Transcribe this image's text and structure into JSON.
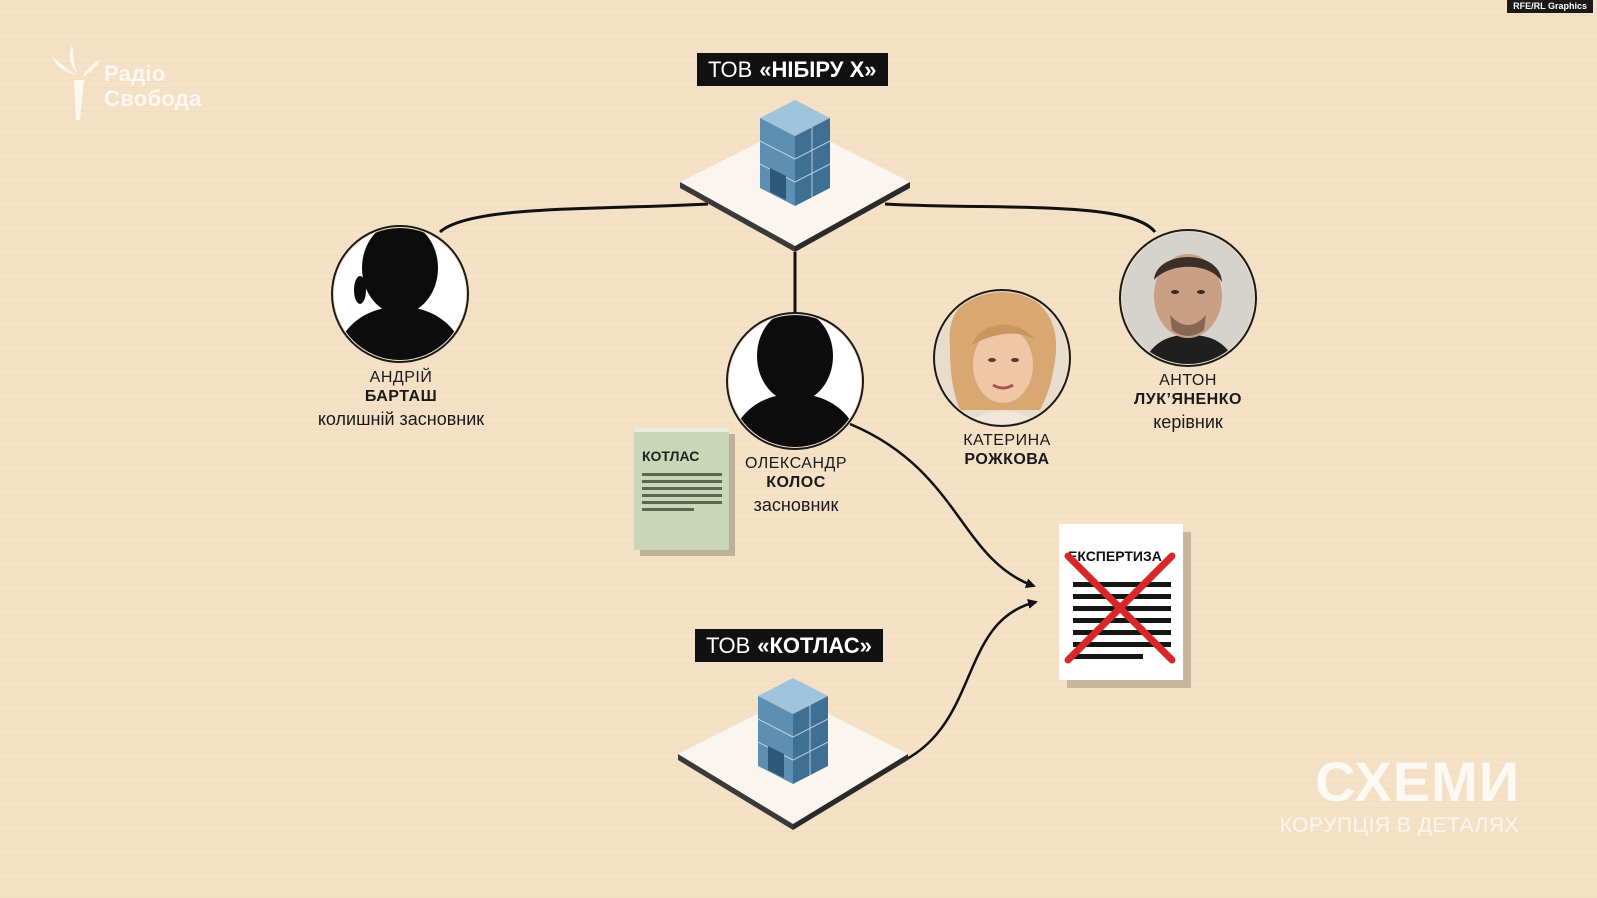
{
  "credit": "RFE/RL Graphics",
  "logo": {
    "line1": "Радіо",
    "line2": "Свобода"
  },
  "companies": {
    "nibiru": {
      "prefix": "ТОВ",
      "name": "«НІБІРУ Х»"
    },
    "kotlas": {
      "prefix": "ТОВ",
      "name": "«КОТЛАС»"
    }
  },
  "people": {
    "bartash": {
      "first": "АНДРІЙ",
      "last": "БАРТАШ",
      "role": "колишній засновник"
    },
    "kolos": {
      "first": "ОЛЕКСАНДР",
      "last": "КОЛОС",
      "role": "засновник"
    },
    "rozhkova": {
      "first": "КАТЕРИНА",
      "last": "РОЖКОВА"
    },
    "lukianenko": {
      "first": "АНТОН",
      "last": "ЛУК’ЯНЕНКО",
      "role": "керівник"
    }
  },
  "documents": {
    "kotlas": "КОТЛАС",
    "expertise": "ЕКСПЕРТИЗА"
  },
  "brand": {
    "title": "СХЕМИ",
    "subtitle": "КОРУПЦІЯ В ДЕТАЛЯХ"
  },
  "colors": {
    "background": "#f5e1c6",
    "label_bg": "#111111",
    "cross": "#d8262b"
  }
}
